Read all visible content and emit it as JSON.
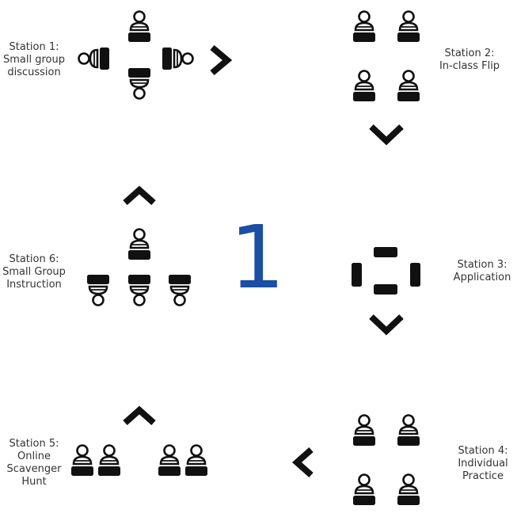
{
  "stations": [
    {
      "id": "station-1",
      "lines": [
        "Station 1:",
        "Small group",
        "discussion"
      ]
    },
    {
      "id": "station-2",
      "lines": [
        "Station 2:",
        "In-class Flip"
      ]
    },
    {
      "id": "station-3",
      "lines": [
        "Station 3:",
        "Application"
      ]
    },
    {
      "id": "station-4",
      "lines": [
        "Station 4:",
        "Individual",
        "Practice"
      ]
    },
    {
      "id": "station-5",
      "lines": [
        "Station 5:",
        "Online",
        "Scavenger",
        "Hunt"
      ]
    },
    {
      "id": "station-6",
      "lines": [
        "Station 6:",
        "Small Group",
        "Instruction"
      ]
    }
  ],
  "center_number": "1",
  "colors": {
    "number": "#1a4fa3",
    "icons": "#111111",
    "text": "#333333"
  }
}
